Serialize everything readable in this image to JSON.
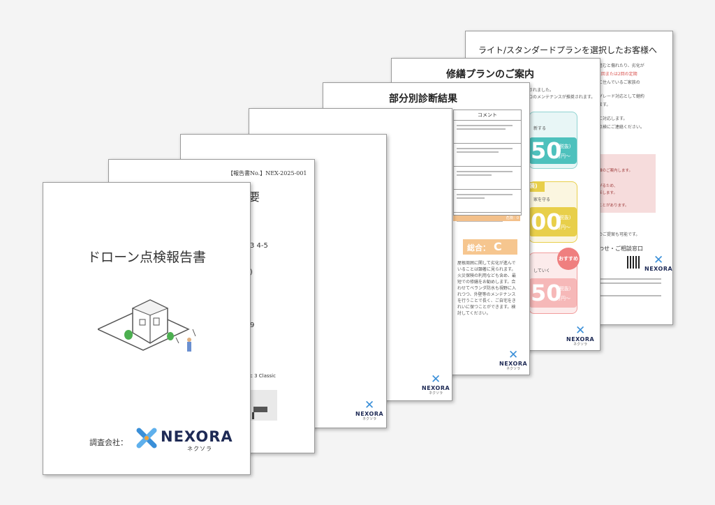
{
  "brand": {
    "name": "NEXORA",
    "kana": "ネクソラ"
  },
  "cover": {
    "title": "ドローン点検報告書",
    "company_label": "調査会社："
  },
  "overview": {
    "report_no": "【報告書No.】NEX-2025-001",
    "heading_fragment": "要",
    "address_fragment": "3 4-5",
    "item_fragment_1": ")",
    "item_fragment_2": "9",
    "drone_fragment": "c 3 Classic"
  },
  "diagnosis": {
    "title": "部分別診断結果",
    "comment_header": "コメント",
    "danger_label": "危険：0",
    "total_label": "総合：",
    "total_grade": "C",
    "summary": "屋根周囲に関して劣化が進んでいることは顕著に見られます。火災保険の利用なども含め、最短での修繕をお勧めします。合わせてベランダ防水も視野に入れつつ、外壁等のメンテナンスを行うことで長く、ご自宅をきれいに保つことができます。検討してください。"
  },
  "plan": {
    "title": "修繕プランのご案内",
    "line1": "されました。",
    "line2": "ロのメンテナンスが推奨されます。",
    "card1_text": "新する",
    "card1_price": "50",
    "card1_tax": "(税抜)",
    "card1_unit": "万円～",
    "card2_tag": "装)",
    "card2_text": "家を守る",
    "card2_price": "00",
    "card2_tax": "(税抜)",
    "card2_unit": "万円～",
    "card3_badge": "おすすめ",
    "card3_text": "していく",
    "card3_price": "50",
    "card3_tax": "(税抜)",
    "card3_unit": "万円～"
  },
  "followup": {
    "title": "ライト/スタンダードプランを選択したお客様へ",
    "line1": "進むと傷れたり、劣化が",
    "line2": "1回または2回の定期",
    "line3": "に住んでいるご家族の",
    "line4": "グレード対応として継約",
    "line5": "ます。",
    "line6": "に対応します。",
    "line7": "点検にご連絡ください。",
    "contact": "わせ・ご相談窓口",
    "pink1": "離のご案内します。",
    "pink2": "がるため、",
    "pink3": "ほします。",
    "pink4": "ことがあります。",
    "proposal": "のご提案も可能です。"
  }
}
